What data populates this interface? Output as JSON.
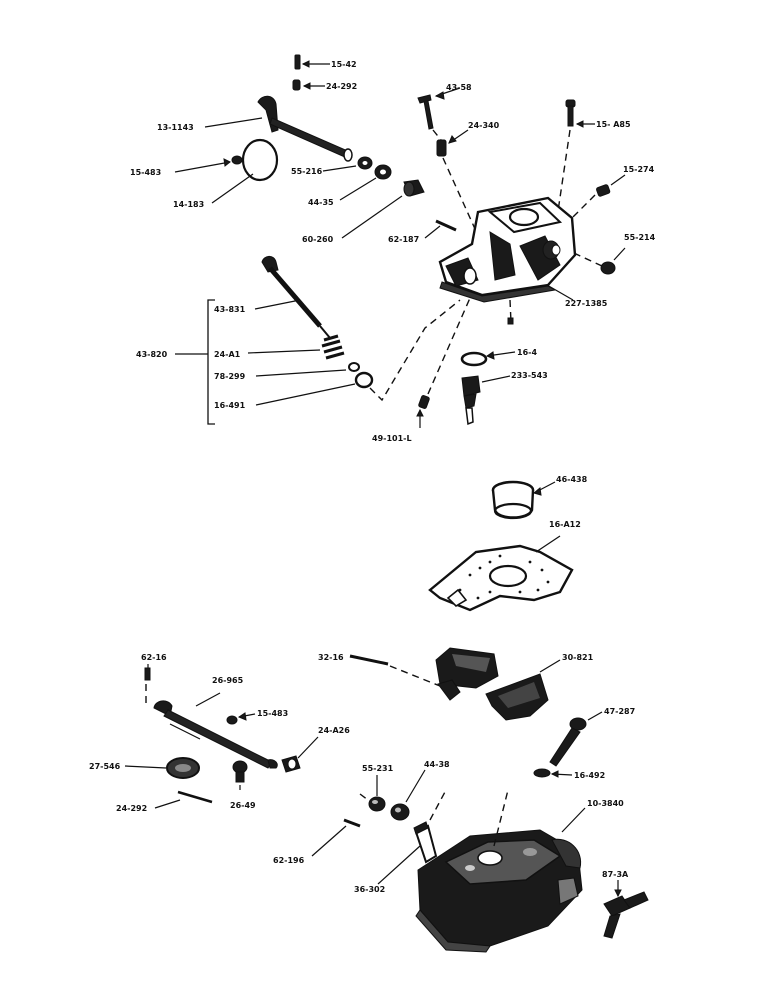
{
  "labels": {
    "p15_42": "15-42",
    "p24_292_top": "24-292",
    "p13_1143": "13-1143",
    "p15_483_top": "15-483",
    "p14_183": "14-183",
    "p55_216": "55-216",
    "p44_35": "44-35",
    "p60_260": "60-260",
    "p43_58": "43-58",
    "p24_340": "24-340",
    "p15_a85": "15- A85",
    "p15_274": "15-274",
    "p62_187": "62-187",
    "p55_214": "55-214",
    "p227_1385": "227-1385",
    "p43_831": "43-831",
    "p43_820": "43-820",
    "p24_a1": "24-A1",
    "p78_299": "78-299",
    "p16_491": "16-491",
    "p16_4": "16-4",
    "p233_543": "233-543",
    "p49_101_l": "49-101-L",
    "p46_438": "46-438",
    "p16_a12": "16-A12",
    "p32_16": "32-16",
    "p30_821": "30-821",
    "p62_16": "62-16",
    "p26_965": "26-965",
    "p15_483_bot": "15-483",
    "p24_a26": "24-A26",
    "p27_546": "27-546",
    "p26_49": "26-49",
    "p24_292_bot": "24-292",
    "p47_287": "47-287",
    "p16_492": "16-492",
    "p55_231": "55-231",
    "p44_38": "44-38",
    "p10_3840": "10-3840",
    "p62_196": "62-196",
    "p36_302": "36-302",
    "p87_3a": "87-3A"
  },
  "colors": {
    "ink": "#111111",
    "paper": "#ffffff"
  }
}
